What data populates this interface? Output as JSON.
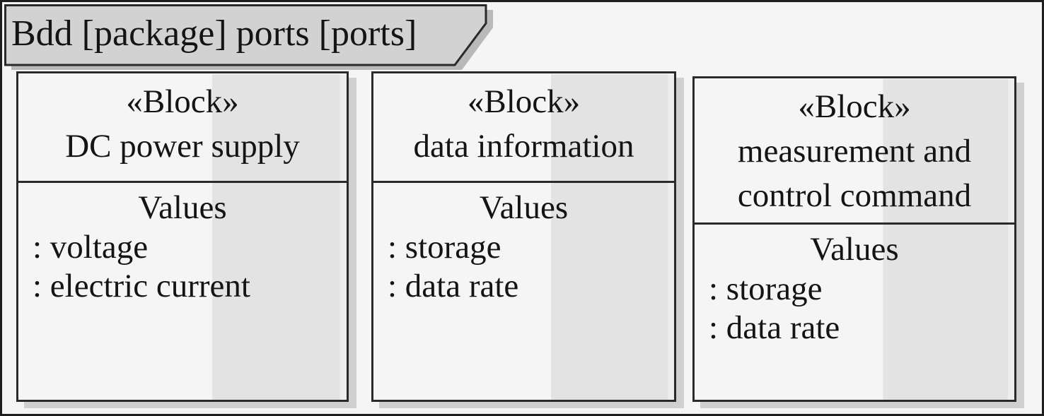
{
  "frame": {
    "title": "Bdd [package] ports [ports]"
  },
  "blocks": [
    {
      "stereotype": "«Block»",
      "name": "DC power supply",
      "values_label": "Values",
      "values": [
        ": voltage",
        ": electric current"
      ]
    },
    {
      "stereotype": "«Block»",
      "name": "data information",
      "values_label": "Values",
      "values": [
        ": storage",
        ": data rate"
      ]
    },
    {
      "stereotype": "«Block»",
      "name": "measurement and control command",
      "values_label": "Values",
      "values": [
        ": storage",
        ": data rate"
      ]
    }
  ],
  "colors": {
    "background": "#f5f5f5",
    "block_fill": "#f5f5f5",
    "block_band": "#e3e3e3",
    "tab_fill": "#d2d2d2",
    "outline": "#2a2a2a",
    "shadow": "#d0d0d0",
    "text": "#141414"
  }
}
